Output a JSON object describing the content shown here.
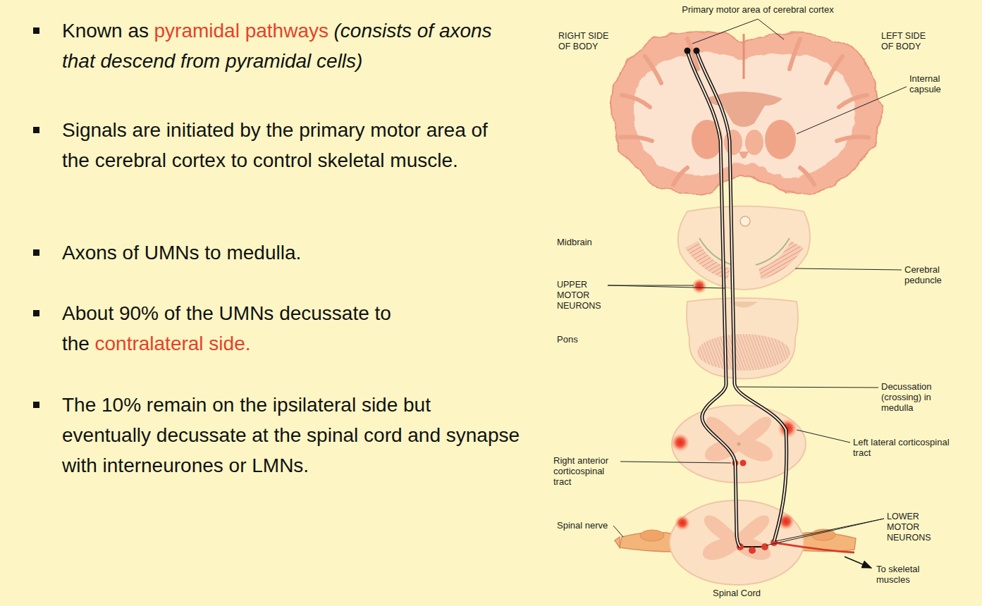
{
  "diagram": {
    "labels": [
      "Known as",
      "pyramidal pathways",
      "(consists of axons that descend from pyramidal cells)",
      "Signals are initiated by the primary motor area of the cerebral cortex to control skeletal muscle.",
      "Axons of UMNs to medulla.",
      "About 90% of the UMNs decussate to the",
      "contralateral side.",
      "The 10% remain on the ipsilateral side but eventually decussate at the spinal cord and synapse with interneurones or LMNs.",
      "Primary motor area of cerebral cortex",
      "RIGHT SIDE OF BODY",
      "LEFT SIDE OF BODY",
      "Internal capsule",
      "Midbrain",
      "Cerebral peduncle",
      "UPPER MOTOR NEURONS",
      "Pons",
      "Decussation (crossing) in medulla",
      "Left lateral corticospinal tract",
      "Right anterior corticospinal tract",
      "Spinal nerve",
      "LOWER MOTOR NEURONS",
      "To skeletal muscles",
      "Spinal Cord"
    ]
  }
}
